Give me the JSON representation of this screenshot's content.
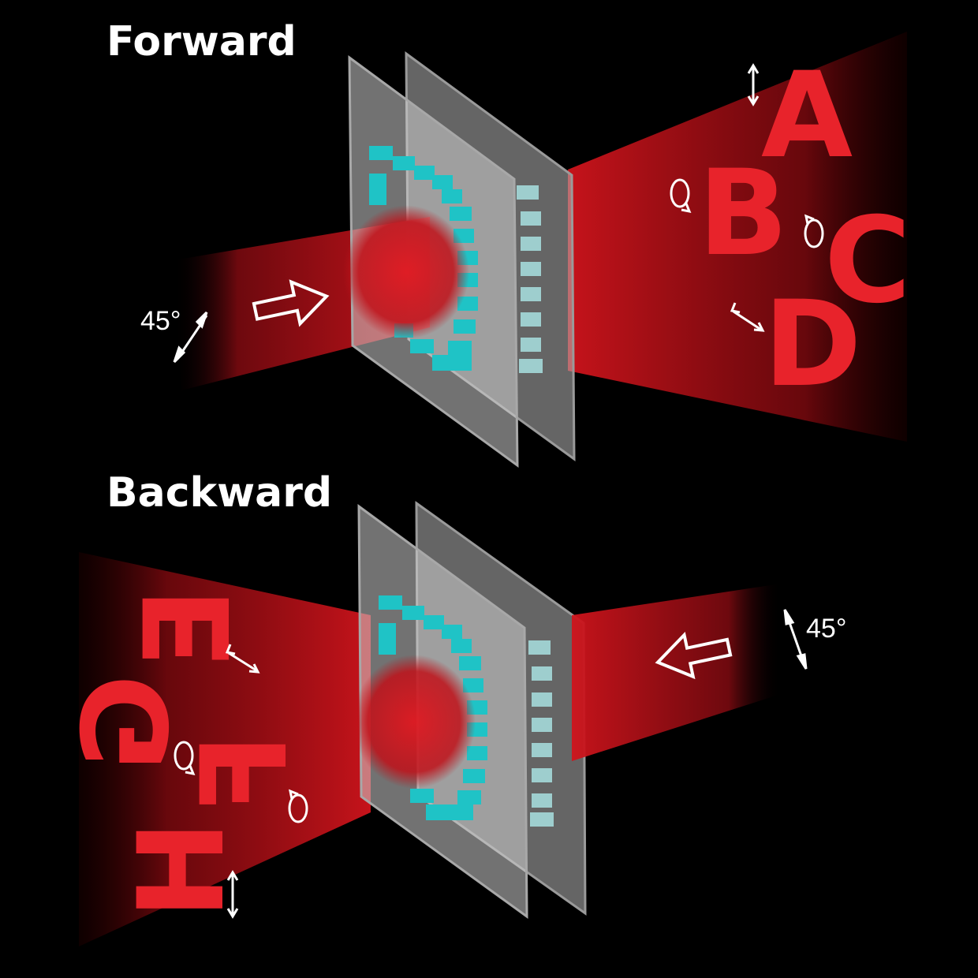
{
  "panels": {
    "forward": {
      "title": "Forward",
      "angle_label": "45°",
      "output_letters": [
        "A",
        "B",
        "C",
        "D"
      ]
    },
    "backward": {
      "title": "Backward",
      "angle_label": "45°",
      "output_letters": [
        "E",
        "G",
        "F",
        "H"
      ]
    }
  },
  "colors": {
    "background": "#000000",
    "beam": "#c8141c",
    "letter": "#e8232b",
    "metasurface": "#20c8c8",
    "glass": "#c8c8c8",
    "arrow": "#ffffff"
  },
  "icons": [
    "linear-polarization-arrow-icon",
    "circular-polarization-icon",
    "propagation-arrow-icon"
  ]
}
